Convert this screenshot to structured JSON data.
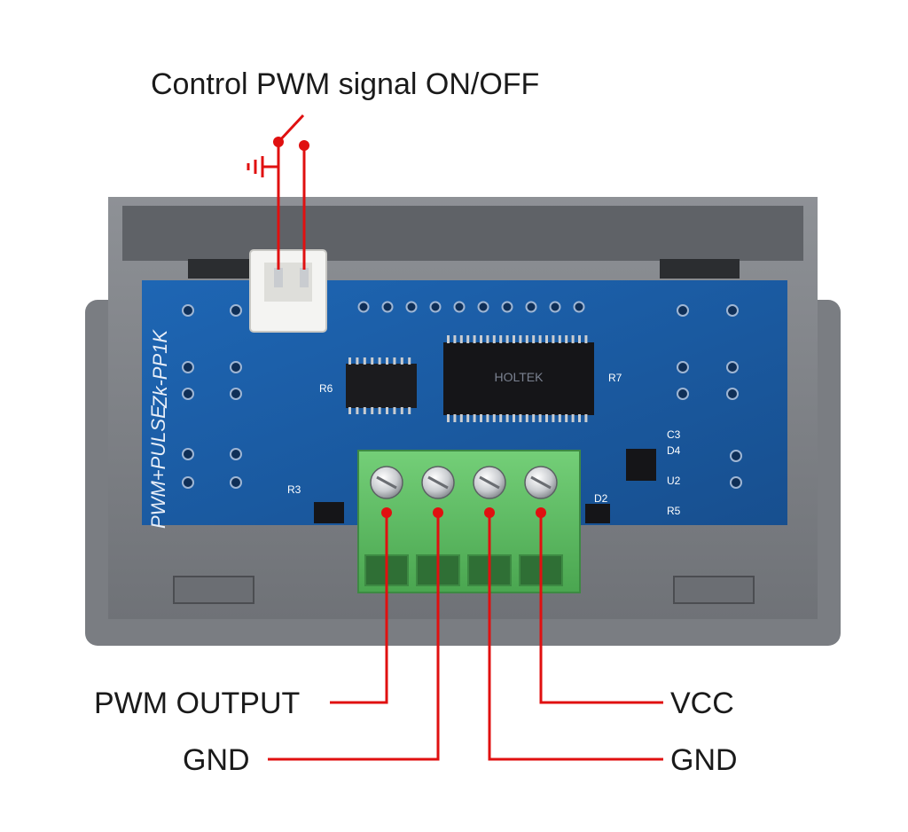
{
  "diagram": {
    "title": "Control PWM signal ON/OFF",
    "board_label": "Zk-PP1K",
    "board_sublabel": "PWM+PULSE",
    "chip_marking": "HOLTEK",
    "component_labels": {
      "r6": "R6",
      "r7": "R7",
      "r3": "R3",
      "r5": "R5",
      "c3": "C3",
      "d4": "D4",
      "d2": "D2",
      "u2": "U2"
    },
    "terminals": {
      "pwm_output": "PWM OUTPUT",
      "gnd_left": "GND",
      "vcc": "VCC",
      "gnd_right": "GND"
    },
    "colors": {
      "wire": "#e01010",
      "board": "#1c5fa8",
      "case": "#8a8d92",
      "terminal_block": "#5cbf62"
    }
  }
}
